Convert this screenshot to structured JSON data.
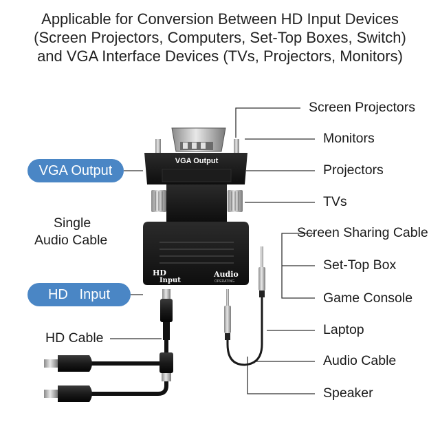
{
  "title": {
    "line1": "Applicable for Conversion Between HD Input Devices",
    "line2": "(Screen Projectors, Computers, Set-Top Boxes, Switch)",
    "line3": "and VGA Interface Devices (TVs, Projectors, Monitors)"
  },
  "left_labels": {
    "vga_output": "VGA Output",
    "single_audio_line1": "Single",
    "single_audio_line2": "Audio Cable",
    "hd_input": "HD   Input",
    "hd_cable": "HD Cable"
  },
  "vga_devices": [
    "Screen Projectors",
    "Monitors",
    "Projectors",
    "TVs"
  ],
  "hd_devices": [
    "Screen Sharing Cable",
    "Set-Top Box",
    "Game Console",
    "Laptop"
  ],
  "audio_devices": [
    "Audio Cable",
    "Speaker"
  ],
  "adapter": {
    "vga_port_label": "VGA Output",
    "hd_port_label_line1": "HD",
    "hd_port_label_line2": "Input",
    "audio_port_label": "Audio",
    "audio_port_sublabel": "OPERATING"
  },
  "colors": {
    "pill": "#4a86c5",
    "adapter_body": "#151515",
    "leader_line": "#333333"
  }
}
